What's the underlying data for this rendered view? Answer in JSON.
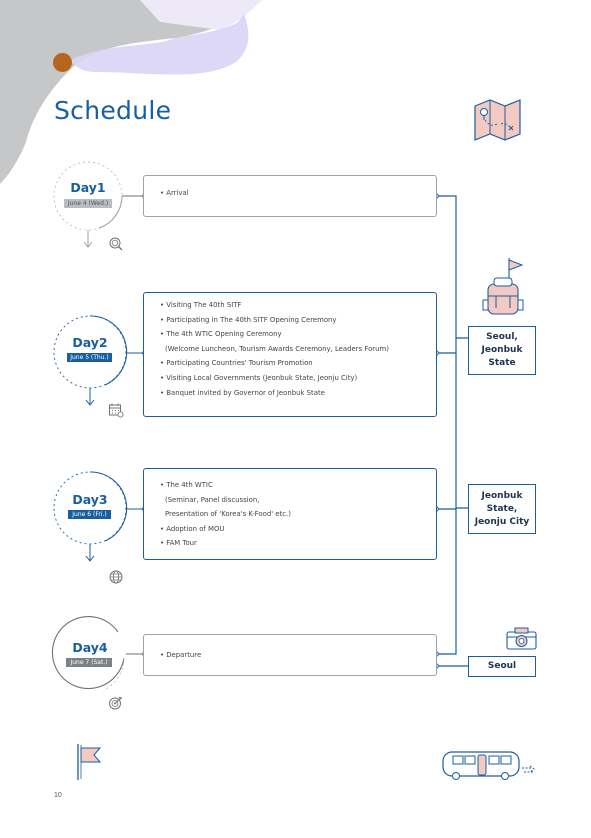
{
  "title": "Schedule",
  "page_number": "10",
  "days": [
    {
      "label": "Day1",
      "date": "June 4 (Wed.)",
      "items": [
        "• Arrival"
      ]
    },
    {
      "label": "Day2",
      "date": "June 5 (Thu.)",
      "items": [
        "• Visiting The 40th SITF",
        "• Participating in The 40th SITF Opening Ceremony",
        "• The 4th WTIC Opening Ceremony",
        "(Welcome Luncheon, Tourism Awards Ceremony, Leaders Forum)",
        "• Participating Countries' Tourism Promotion",
        "• Visiting Local Governments (Jeonbuk State, Jeonju City)",
        "• Banquet invited by Governor of Jeonbuk State"
      ]
    },
    {
      "label": "Day3",
      "date": "June 6 (Fri.)",
      "items": [
        "• The 4th WTIC",
        "(Seminar, Panel discussion,",
        "Presentation of 'Korea's K-Food' etc.)",
        "• Adoption of MOU",
        "• FAM Tour"
      ]
    },
    {
      "label": "Day4",
      "date": "June 7 (Sat.)",
      "items": [
        "• Departure"
      ]
    }
  ],
  "locations": [
    "Seoul,\nJeonbuk\nState",
    "Jeonbuk\nState,\nJeonju City",
    "Seoul"
  ],
  "colors": {
    "primary": "#1a5ea0",
    "gray": "#6f7276",
    "day1_badge": "#b9bcc0",
    "day4_badge": "#7d8084",
    "accent_orange": "#b5651d",
    "pink": "#f3c9c2",
    "lavender": "#d9d4f4"
  },
  "icons": [
    "map-icon",
    "backpack-flag-icon",
    "camera-icon",
    "flag-icon",
    "bus-icon",
    "search-icon",
    "calendar-icon",
    "globe-icon",
    "target-icon"
  ]
}
